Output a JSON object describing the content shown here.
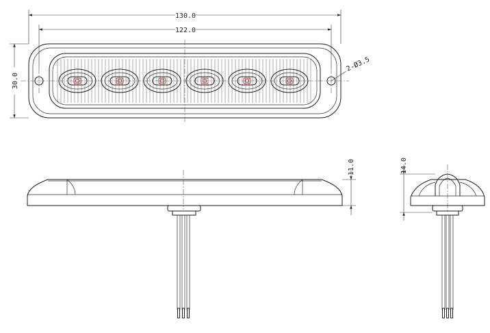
{
  "dimensions": {
    "overall_length": "130.0",
    "lens_length": "122.0",
    "width": "30.0",
    "mount_holes": "2-Ø3.5",
    "body_height": "11.0",
    "total_height": "14.0"
  },
  "led_count": 6,
  "colors": {
    "line": "#1a1a1a",
    "led_outline": "#c0392b",
    "background": "#ffffff"
  }
}
